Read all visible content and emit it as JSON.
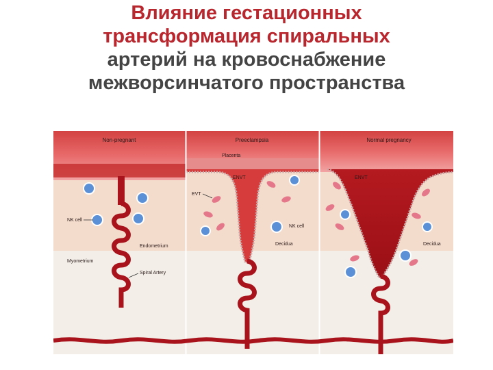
{
  "title": {
    "line1": "Влияние гестационных",
    "line2": "трансформация спиральных",
    "line3": "артерий на кровоснабжение",
    "line4": "межворсинчатого пространства"
  },
  "panels": [
    {
      "header": "Non-pregnant"
    },
    {
      "header": "Preeclampsia"
    },
    {
      "header": "Normal pregnancy"
    }
  ],
  "labels": {
    "nk_cell_left": "NK cell",
    "endometrium": "Endometrium",
    "myometrium": "Myometrium",
    "spiral_artery": "Spiral Artery",
    "placenta": "Placenta",
    "envt_mid": "ENVT",
    "evt": "EVT",
    "nk_cell_mid": "NK cell",
    "decidua_mid": "Decidua",
    "envt_right": "ENVT",
    "decidua_right": "Decidua"
  },
  "colors": {
    "title_red": "#b8262e",
    "title_dark": "#444444",
    "artery": "#a8131c",
    "band_dark": "#c83a3a",
    "band_mid": "#e05a5a",
    "band_light": "#f0a0a0",
    "tissue": "#f4dccc",
    "myometrium": "#f3efe8",
    "nk_cell": "#5b8fd6"
  }
}
